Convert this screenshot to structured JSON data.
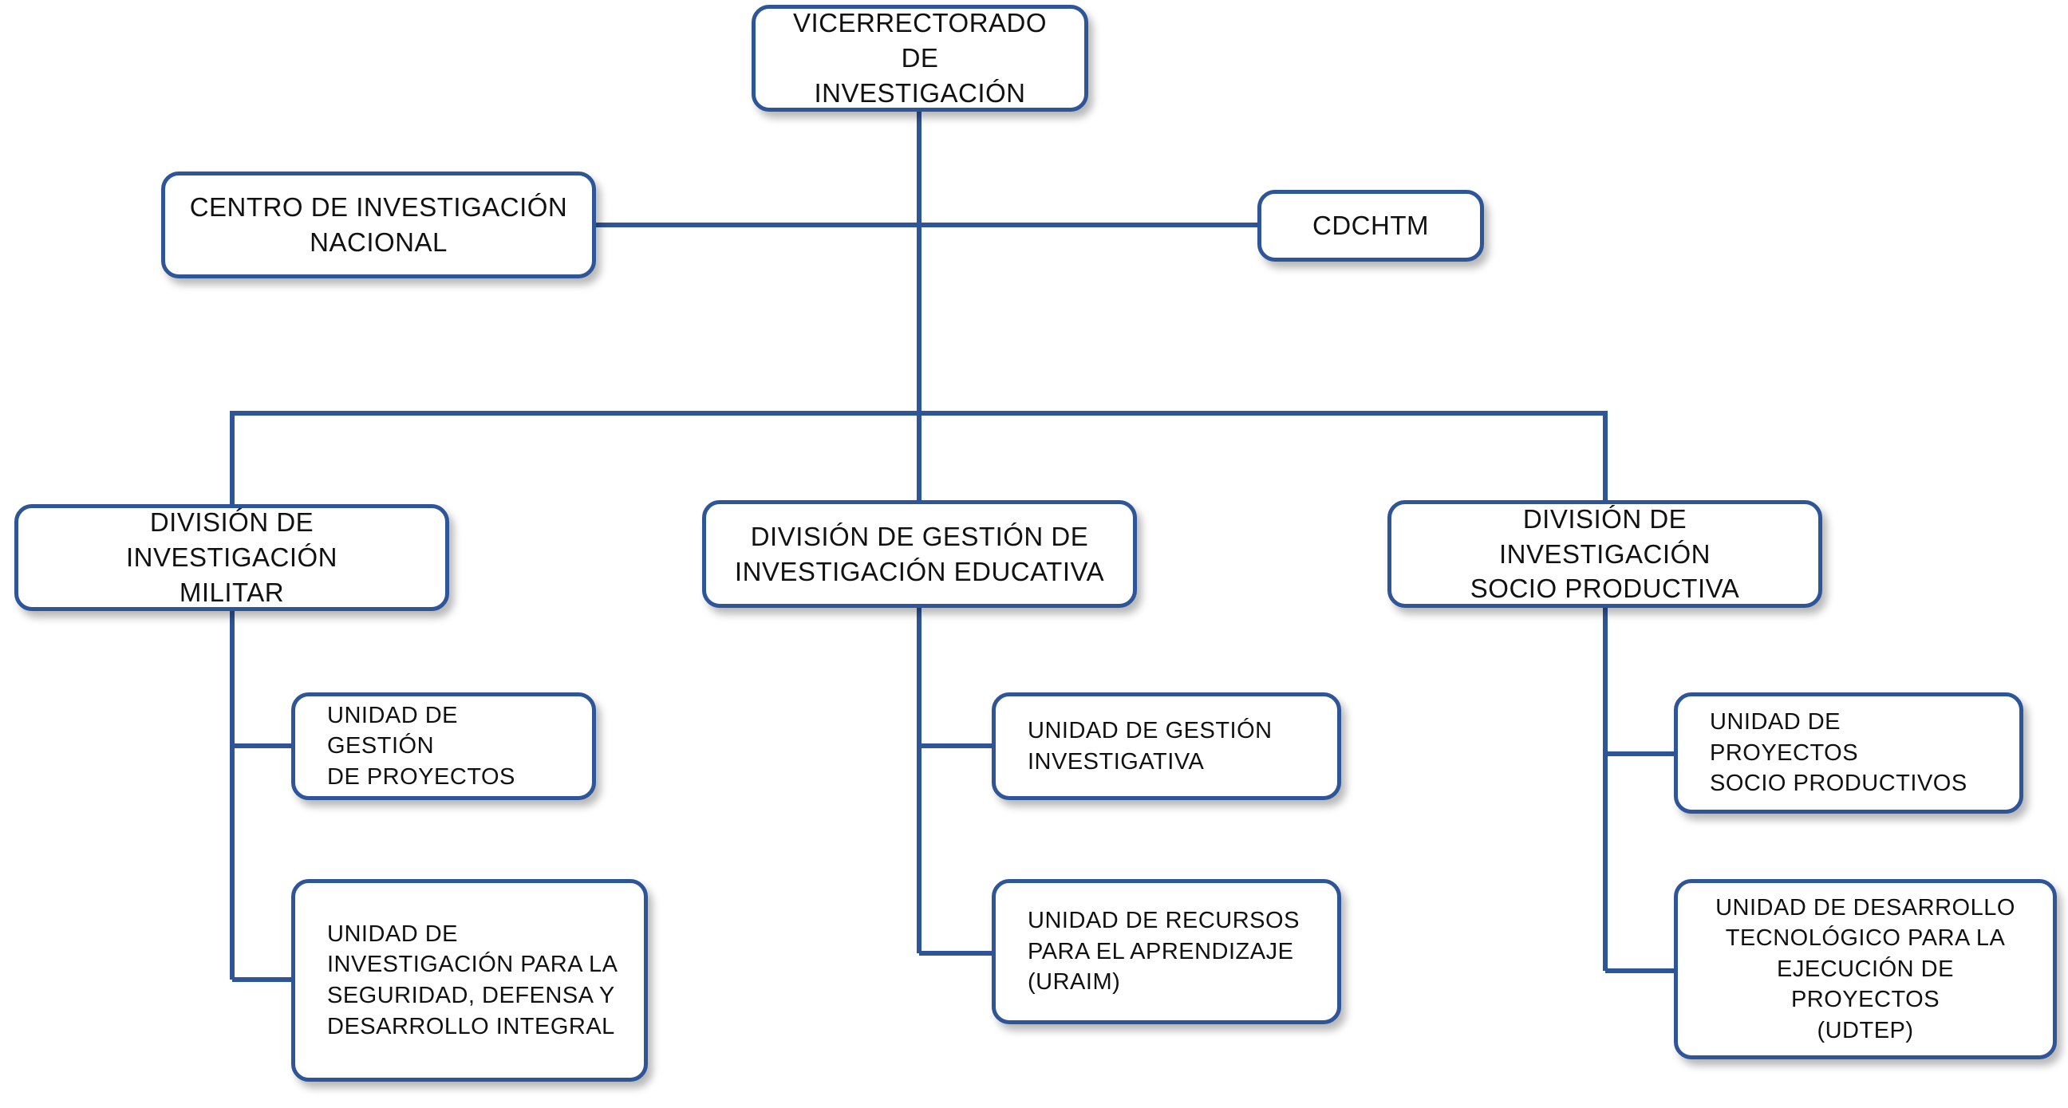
{
  "colors": {
    "line": "#2e5597",
    "border": "#2e5597",
    "text": "#111111",
    "background": "#ffffff"
  },
  "nodes": {
    "vicerrectorado": "VICERRECTORADO DE\nINVESTIGACIÓN",
    "centro": "CENTRO DE INVESTIGACIÓN\nNACIONAL",
    "cdchtm": "CDCHTM",
    "div_militar": "DIVISIÓN DE INVESTIGACIÓN\nMILITAR",
    "div_educativa": "DIVISIÓN DE GESTIÓN DE\nINVESTIGACIÓN EDUCATIVA",
    "div_socio": "DIVISIÓN DE INVESTIGACIÓN\nSOCIO PRODUCTIVA",
    "u_gestion_proyectos": "UNIDAD DE GESTIÓN\nDE PROYECTOS",
    "u_seguridad": "UNIDAD DE\nINVESTIGACIÓN PARA LA\nSEGURIDAD, DEFENSA Y\nDESARROLLO INTEGRAL",
    "u_gestion_investigativa": "UNIDAD DE GESTIÓN\nINVESTIGATIVA",
    "u_recursos": "UNIDAD DE RECURSOS\nPARA EL APRENDIZAJE\n(URAIM)",
    "u_proyectos_socio": "UNIDAD DE PROYECTOS\nSOCIO PRODUCTIVOS",
    "u_desarrollo": "UNIDAD DE DESARROLLO\nTECNOLÓGICO PARA LA\nEJECUCIÓN DE PROYECTOS\n(UDTEP)"
  }
}
